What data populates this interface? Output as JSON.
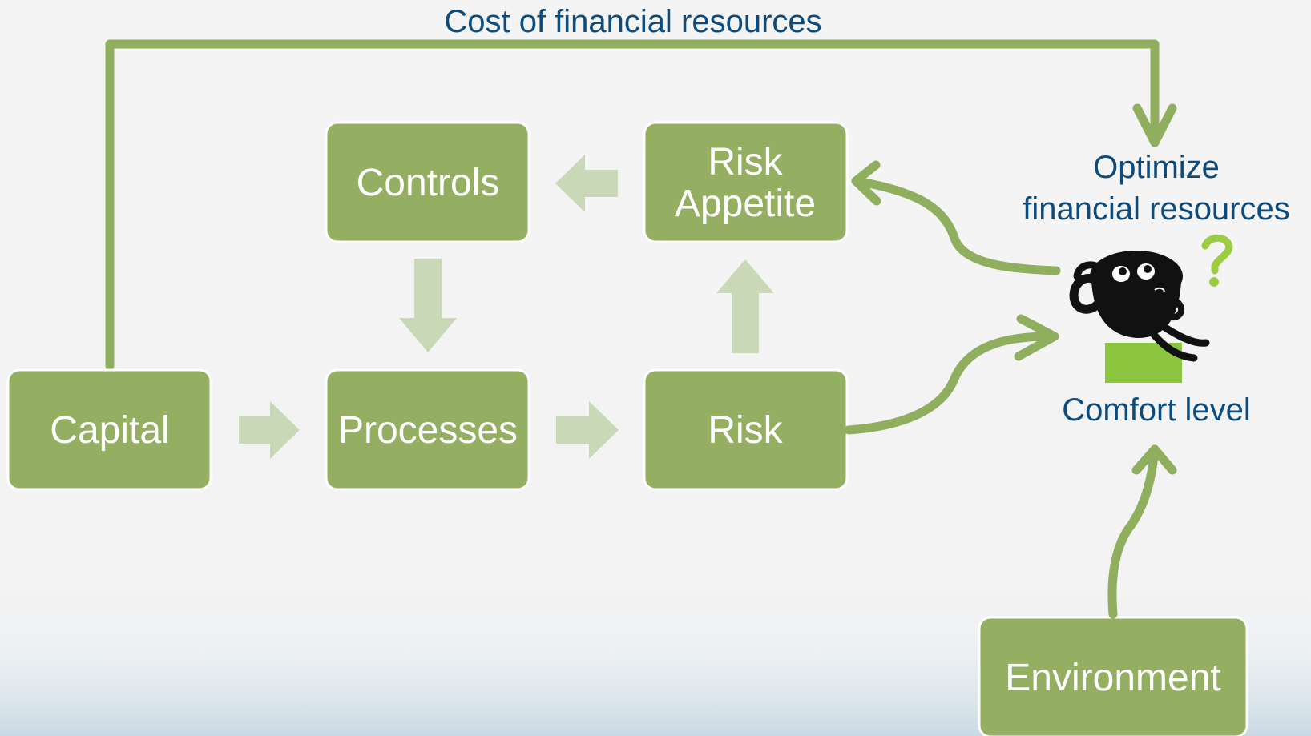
{
  "diagram": {
    "top_label": "Cost of financial resources",
    "optimize_label_line1": "Optimize",
    "optimize_label_line2": "financial resources",
    "comfort_label": "Comfort level",
    "boxes": {
      "capital": "Capital",
      "processes": "Processes",
      "risk": "Risk",
      "controls": "Controls",
      "risk_appetite_line1": "Risk",
      "risk_appetite_line2": "Appetite",
      "environment": "Environment"
    },
    "colors": {
      "box_fill": "#94ae62",
      "connector": "#8fae5e",
      "block_arrow": "#c9d8b7",
      "label_text": "#0d4b7d",
      "seat": "#8cc63f"
    },
    "figure_icon": "thinking-figure-icon"
  }
}
